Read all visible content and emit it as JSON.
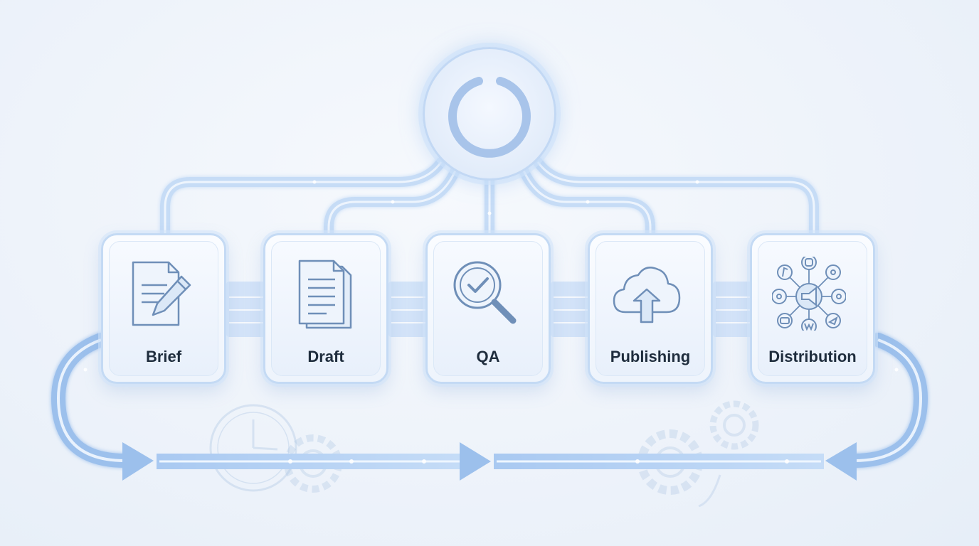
{
  "stages": [
    {
      "label": "Brief",
      "icon": "document-pencil-icon"
    },
    {
      "label": "Draft",
      "icon": "document-stack-icon"
    },
    {
      "label": "QA",
      "icon": "magnifier-check-icon"
    },
    {
      "label": "Publishing",
      "icon": "cloud-upload-icon"
    },
    {
      "label": "Distribution",
      "icon": "social-network-icon"
    }
  ],
  "hub": {
    "icon": "loop-ring-icon"
  },
  "colors": {
    "accent": "#8fb8ea",
    "line": "#b9d4f4",
    "icon": "#6f8fb8",
    "text": "#1f2d3d",
    "background": "#eef3fa"
  }
}
